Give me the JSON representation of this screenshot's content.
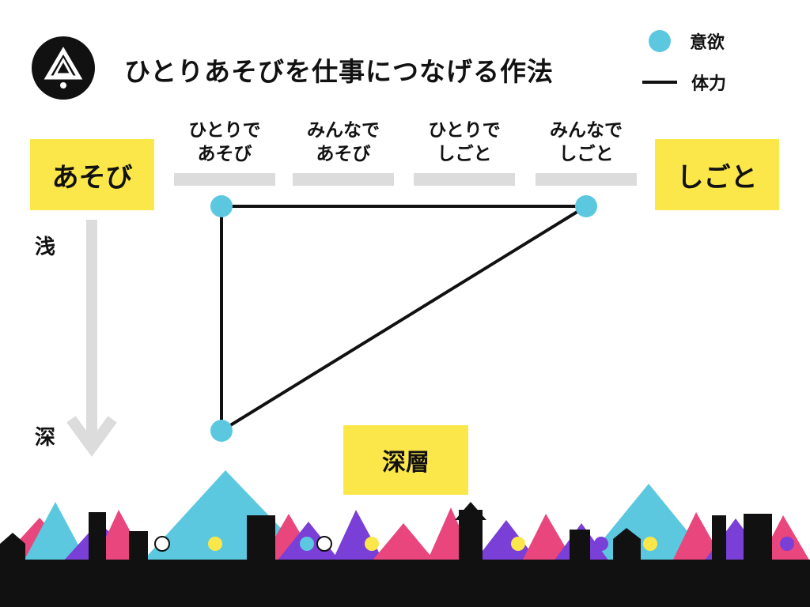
{
  "title": "ひとりあそびを仕事につなげる作法",
  "logo": {
    "icon": "triangle-logo-icon"
  },
  "legend": {
    "dot_label": "意欲",
    "line_label": "体力",
    "dot_color": "#5bc8e0",
    "line_color": "#111111"
  },
  "side_labels": {
    "left": "あそび",
    "right": "しごと",
    "accent_color": "#fbe74a"
  },
  "columns": [
    {
      "line1": "ひとりで",
      "line2": "あそび"
    },
    {
      "line1": "みんなで",
      "line2": "あそび"
    },
    {
      "line1": "ひとりで",
      "line2": "しごと"
    },
    {
      "line1": "みんなで",
      "line2": "しごと"
    }
  ],
  "depth": {
    "shallow": "浅",
    "deep": "深"
  },
  "deep_layer_label": "深層",
  "path": {
    "nodes": [
      "ひとりで あそび (浅)",
      "みんなで しごと (浅)",
      "ひとりで あそび (深)"
    ]
  },
  "footer": {
    "illustration": "city-skyline-with-mountains"
  }
}
